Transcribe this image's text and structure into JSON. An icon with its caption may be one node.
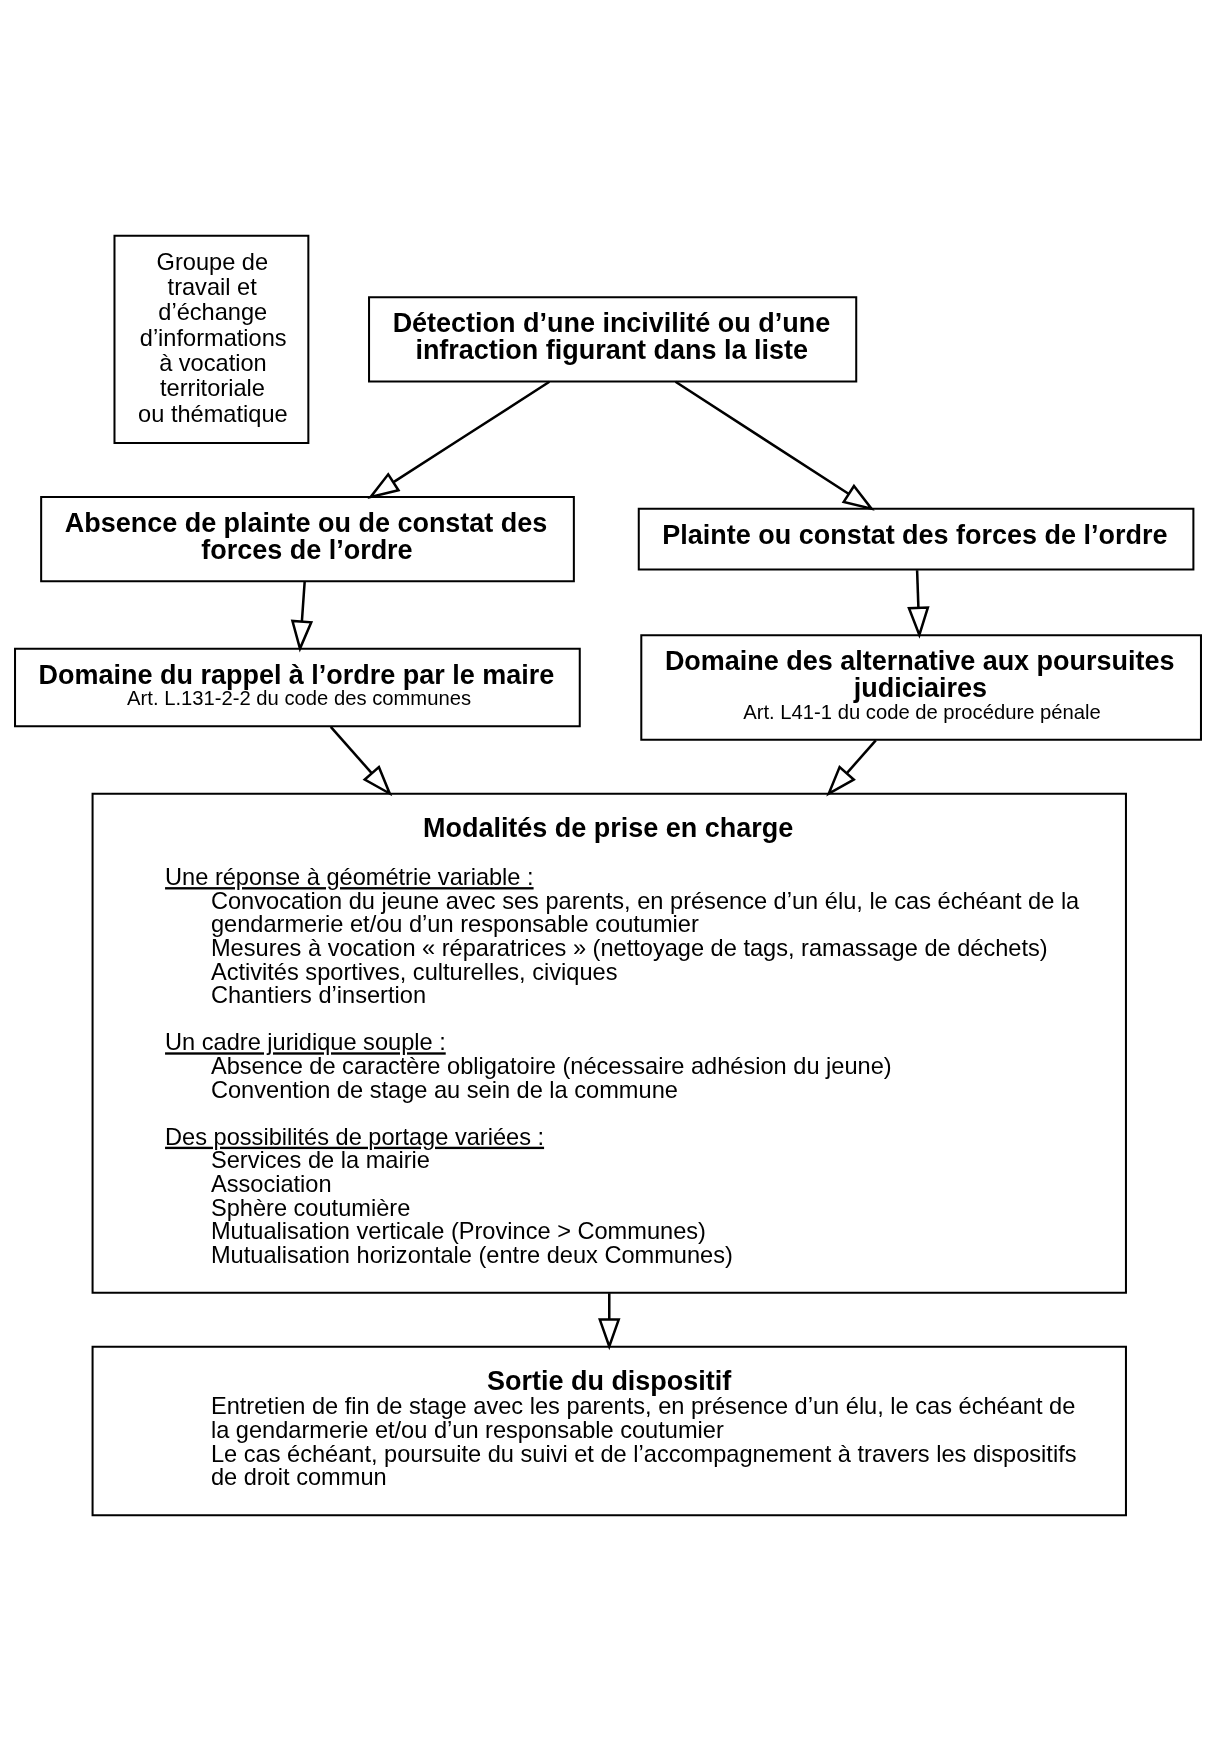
{
  "diagram": {
    "nodes": [
      {
        "text": [
          "Groupe de travail et d’échange d’informations à vocation territoriale ou thématique"
        ]
      },
      {
        "text": [
          "Détection d’une incivilité ou d’une infraction figurant dans la liste"
        ]
      },
      {
        "text": [
          "Absence de plainte ou de constat des forces de l’ordre"
        ]
      },
      {
        "text": [
          "Plainte ou constat des forces de l’ordre"
        ]
      },
      {
        "text": [
          "Domaine du rappel à l’ordre par le maire",
          "Art. L.131-2-2 du code des communes"
        ]
      },
      {
        "text": [
          "Domaine des alternative aux poursuites judiciaires",
          "Art. L41-1 du code de procédure pénale"
        ]
      },
      {
        "text": [
          "Modalités de prise en charge",
          "Une réponse à géométrie variable :",
          "Convocation du jeune avec ses parents, en présence d’un élu, le cas échéant de la gendarmerie et/ou d’un responsable coutumier",
          "Mesures à vocation « réparatrices » (nettoyage de tags, ramassage de déchets)",
          "Activités sportives, culturelles, civiques",
          "Chantiers d’insertion",
          "Un cadre juridique souple :",
          "Absence de caractère obligatoire (nécessaire adhésion du jeune)",
          "Convention de stage au sein de la commune",
          "Des possibilités de portage variées :",
          "Services de la mairie",
          "Association",
          "Sphère coutumière",
          "Mutualisation verticale (Province > Communes)",
          "Mutualisation horizontale (entre deux Communes)"
        ]
      },
      {
        "text": [
          "Sortie du dispositif",
          "Entretien de fin de stage avec les parents, en présence d’un élu, le cas échéant de la gendarmerie et/ou d’un responsable coutumier",
          "Le cas échéant, poursuite du suivi et de l’accompagnement à travers les dispositifs de droit commun"
        ]
      }
    ],
    "edges": [
      {
        "from": 1,
        "to": 2,
        "arrow": "to"
      },
      {
        "from": 1,
        "to": 3,
        "arrow": "to"
      },
      {
        "from": 2,
        "to": 4,
        "arrow": "to"
      },
      {
        "from": 3,
        "to": 5,
        "arrow": "to"
      },
      {
        "from": 4,
        "to": 6,
        "arrow": "to"
      },
      {
        "from": 5,
        "to": 6,
        "arrow": "to"
      },
      {
        "from": 6,
        "to": 7,
        "arrow": "to"
      }
    ]
  }
}
